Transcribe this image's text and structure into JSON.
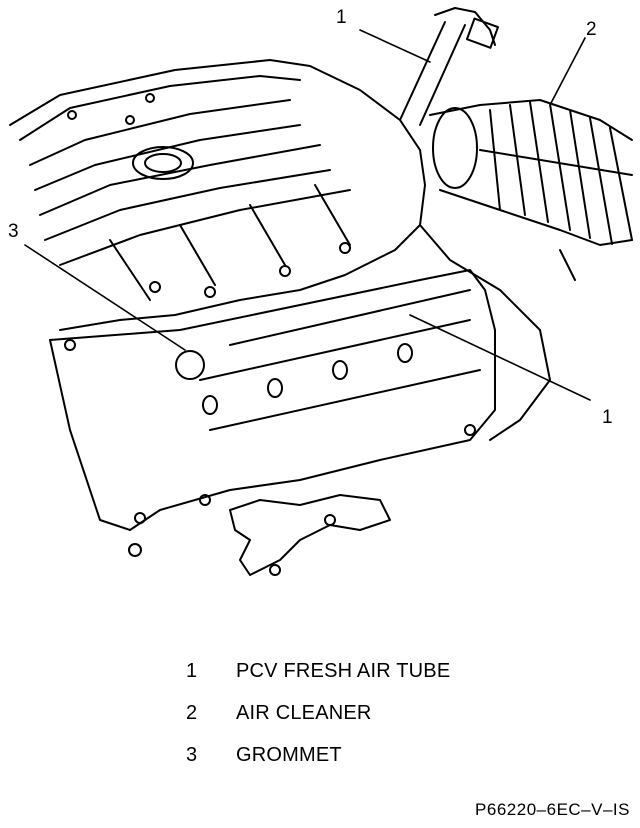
{
  "callouts": {
    "c1_top": "1",
    "c2": "2",
    "c3": "3",
    "c1_right": "1"
  },
  "legend": [
    {
      "number": "1",
      "label": "PCV FRESH AIR TUBE"
    },
    {
      "number": "2",
      "label": "AIR CLEANER"
    },
    {
      "number": "3",
      "label": "GROMMET"
    }
  ],
  "figure_id": "P66220–6EC–V–IS"
}
